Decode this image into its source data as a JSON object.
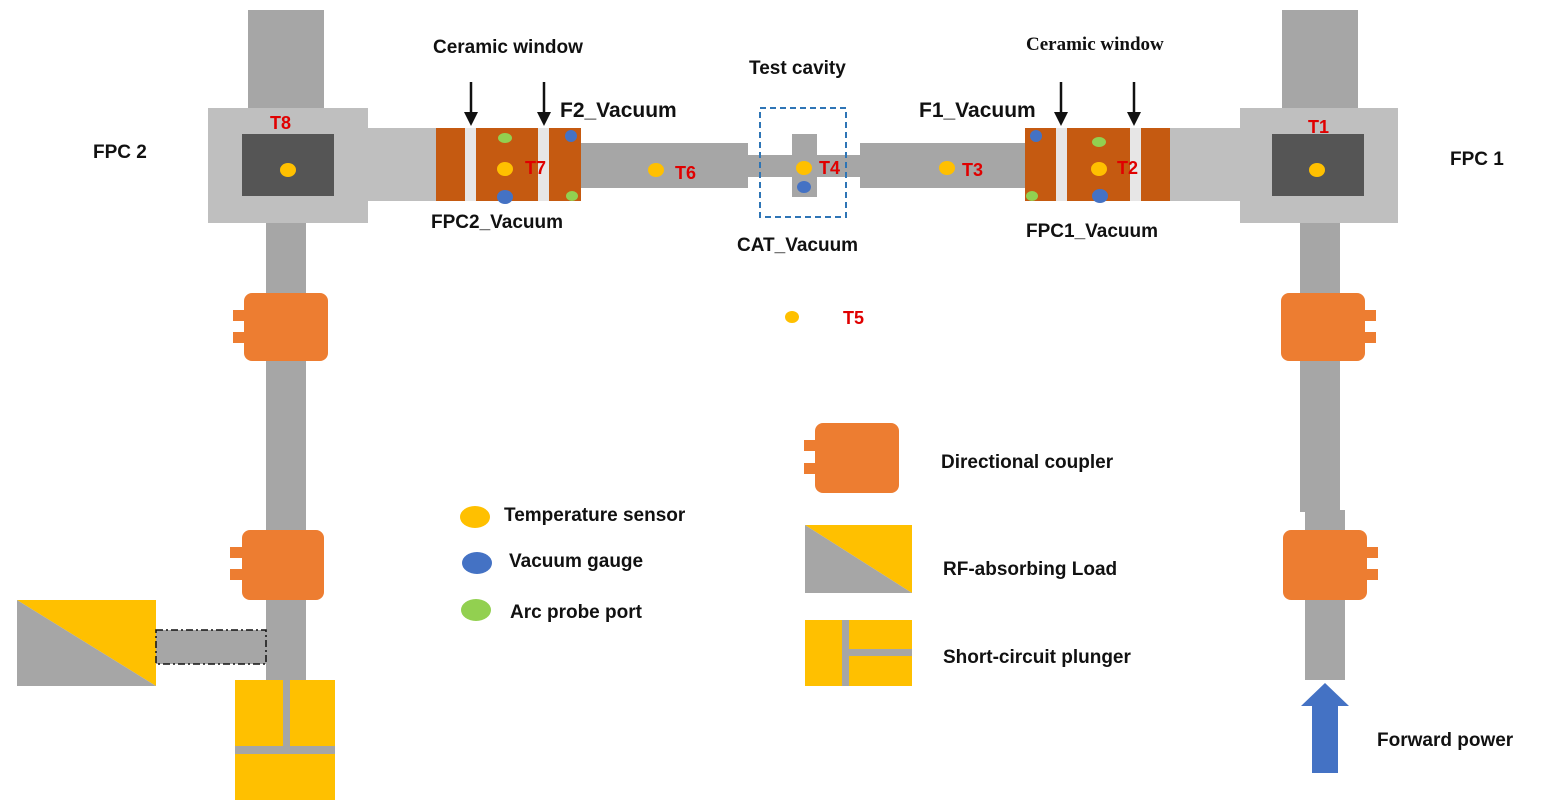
{
  "colors": {
    "waveguide": "#a6a6a6",
    "waveguide_dark": "#8f8f8f",
    "fpc_body": "#bfbfbf",
    "fpc_inner": "#555555",
    "window_body": "#c55a11",
    "window_light": "#e7e6e6",
    "coupler": "#ed7d31",
    "load_yellow": "#ffc000",
    "temp_sensor": "#ffc000",
    "vacuum_gauge": "#4472c4",
    "arc_probe": "#92d050",
    "t_label": "#e00000",
    "cavity_box": "#2e75b6",
    "forward_arrow": "#4472c4"
  },
  "labels": {
    "fpc2": "FPC 2",
    "fpc1": "FPC 1",
    "ceramic_window_left": "Ceramic window",
    "ceramic_window_right": "Ceramic window",
    "test_cavity": "Test cavity",
    "f2_vacuum": "F2_Vacuum",
    "f1_vacuum": "F1_Vacuum",
    "fpc2_vacuum": "FPC2_Vacuum",
    "fpc1_vacuum": "FPC1_Vacuum",
    "cat_vacuum": "CAT_Vacuum",
    "forward_power": "Forward power"
  },
  "sensors": {
    "t1": "T1",
    "t2": "T2",
    "t3": "T3",
    "t4": "T4",
    "t5": "T5",
    "t6": "T6",
    "t7": "T7",
    "t8": "T8"
  },
  "legend_markers": {
    "temperature": "Temperature sensor",
    "vacuum": "Vacuum gauge",
    "arc": "Arc probe port"
  },
  "legend_components": {
    "coupler": "Directional coupler",
    "load": "RF-absorbing Load",
    "plunger": "Short-circuit plunger"
  }
}
